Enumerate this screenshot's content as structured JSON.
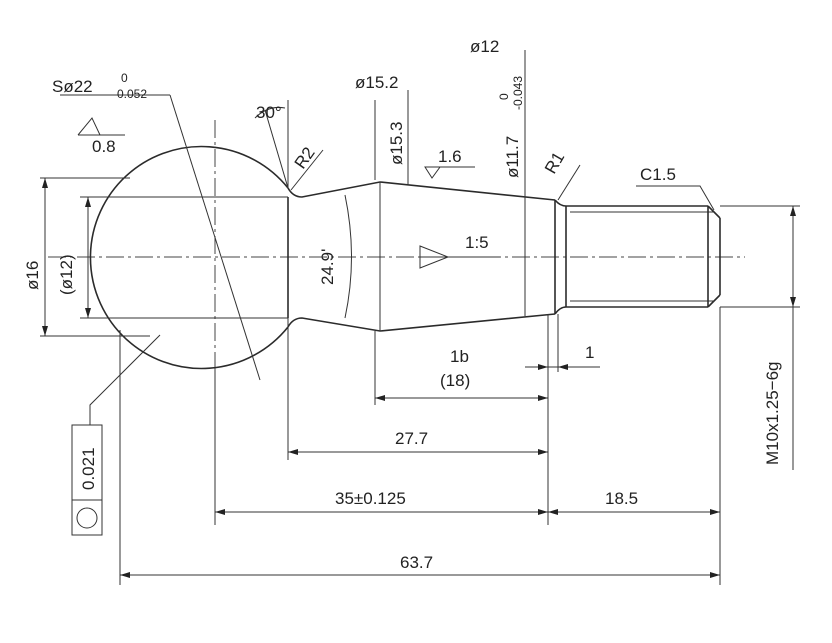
{
  "labels": {
    "sphere_dia": "Sø22",
    "sphere_tol_upper": "0",
    "sphere_tol_lower": "0.052",
    "rough_sphere": "0.8",
    "angle_30": "30°",
    "r2": "R2",
    "dia_15_2": "ø15.2",
    "dia_15_3": "ø15.3",
    "dia_12": "ø12",
    "dia_11_7": "ø11.7",
    "dia_11_7_tol_upper": "0",
    "dia_11_7_tol_lower": "-0.043",
    "rough_taper": "1.6",
    "r1": "R1",
    "chamfer": "C1.5",
    "dia_16": "ø16",
    "dia_12_ref": "(ø12)",
    "angle_24_9": "24.9'",
    "taper": "1:5",
    "len_18_partial": "1b",
    "len_18": "(18)",
    "len_1": "1",
    "len_27_7": "27.7",
    "len_35": "35±0.125",
    "len_18_5": "18.5",
    "len_63_7": "63.7",
    "thread": "M10x1.25−6g",
    "runout": "0.021"
  },
  "icons": {
    "roughness": "surface-roughness-triangle",
    "circularity": "circularity-symbol"
  }
}
